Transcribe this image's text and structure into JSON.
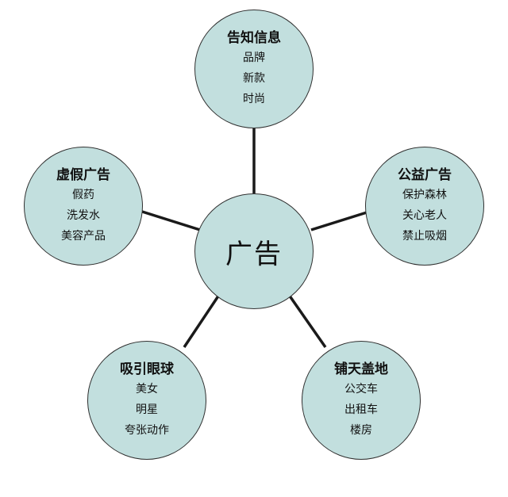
{
  "center": {
    "label": "广告"
  },
  "nodes": [
    {
      "id": "top",
      "title": "告知信息",
      "items": [
        "品牌",
        "新款",
        "时尚"
      ]
    },
    {
      "id": "left",
      "title": "虚假广告",
      "items": [
        "假药",
        "洗发水",
        "美容产品"
      ]
    },
    {
      "id": "right",
      "title": "公益广告",
      "items": [
        "保护森林",
        "关心老人",
        "禁止吸烟"
      ]
    },
    {
      "id": "bottom-left",
      "title": "吸引眼球",
      "items": [
        "美女",
        "明星",
        "夸张动作"
      ]
    },
    {
      "id": "bottom-right",
      "title": "铺天盖地",
      "items": [
        "公交车",
        "出租车",
        "楼房"
      ]
    }
  ],
  "colors": {
    "fill": "#c2dfde",
    "stroke": "#303030",
    "connector": "#1a1a1a"
  }
}
